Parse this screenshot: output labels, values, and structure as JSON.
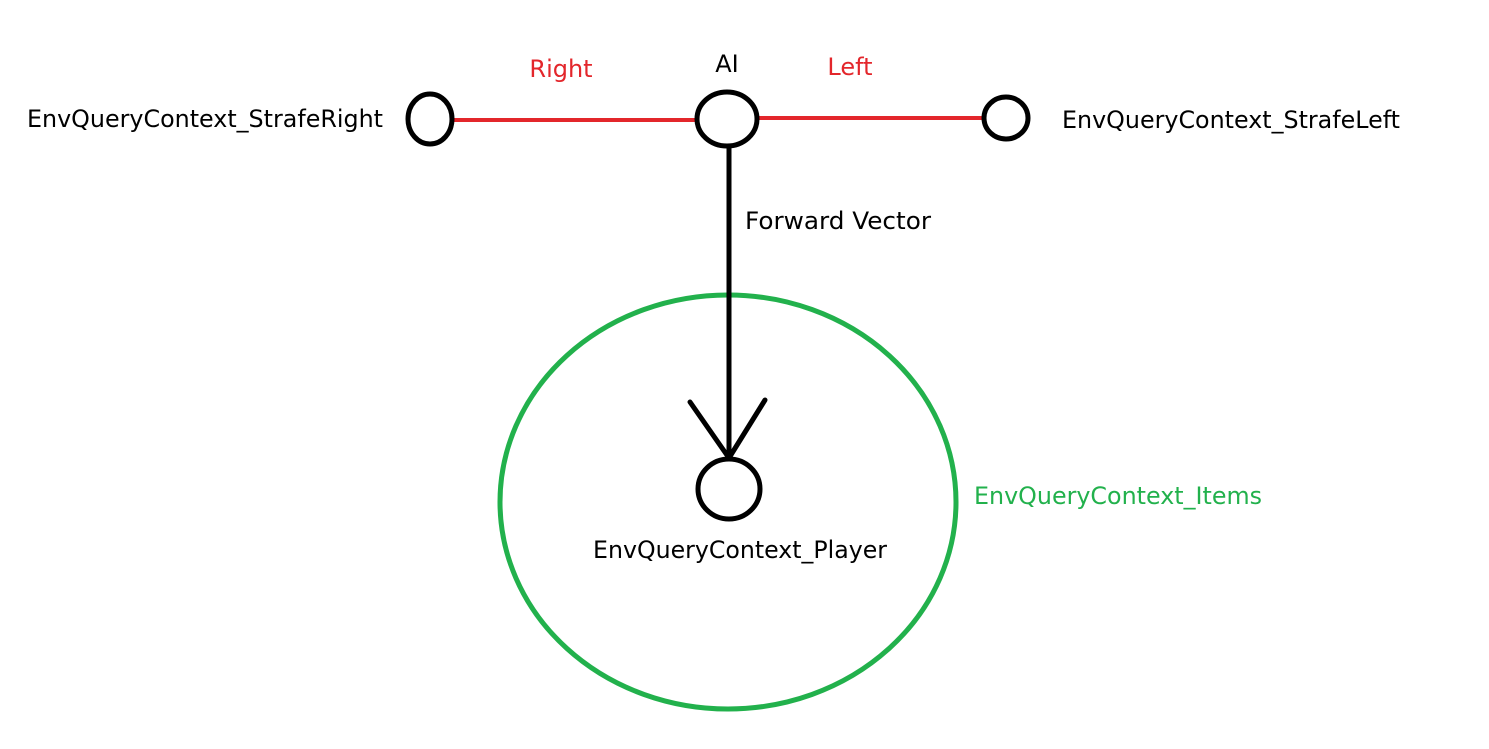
{
  "nodes": {
    "ai": {
      "label": "AI"
    },
    "strafe_right": {
      "label": "EnvQueryContext_StrafeRight"
    },
    "strafe_left": {
      "label": "EnvQueryContext_StrafeLeft"
    },
    "player": {
      "label": "EnvQueryContext_Player"
    }
  },
  "regions": {
    "items": {
      "label": "EnvQueryContext_Items"
    }
  },
  "edges": {
    "right": {
      "label": "Right"
    },
    "left": {
      "label": "Left"
    },
    "forward": {
      "label": "Forward Vector"
    }
  },
  "colors": {
    "strafe_lines": "#e3262b",
    "items_ellipse": "#22b14c",
    "ink": "#000000"
  }
}
